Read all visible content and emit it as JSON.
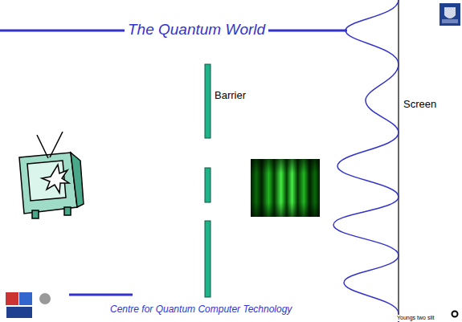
{
  "diagram": {
    "title": "The Quantum World",
    "labels": [
      "Barrier",
      "Screen",
      "Centre for Quantum Computer Technology",
      "Youngs two slit"
    ]
  }
}
